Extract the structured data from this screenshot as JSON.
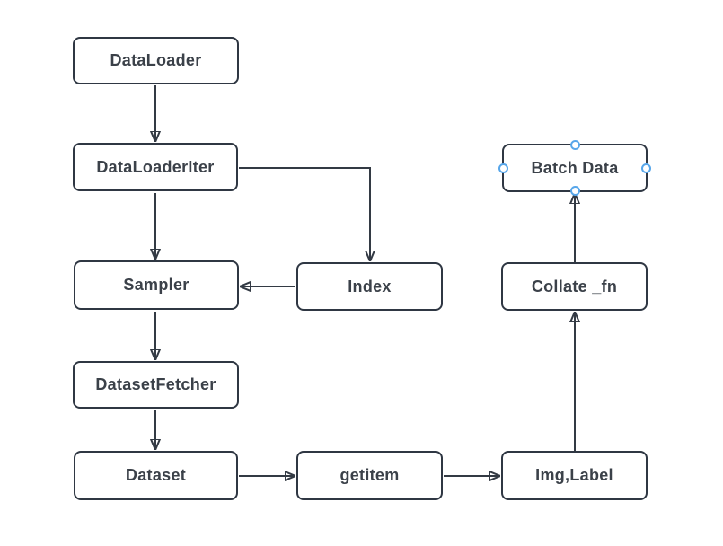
{
  "nodes": [
    {
      "id": "dataloader",
      "label": "DataLoader",
      "selected": false
    },
    {
      "id": "dataloaderiter",
      "label": "DataLoaderIter",
      "selected": false
    },
    {
      "id": "sampler",
      "label": "Sampler",
      "selected": false
    },
    {
      "id": "index",
      "label": "Index",
      "selected": false
    },
    {
      "id": "datasetfetcher",
      "label": "DatasetFetcher",
      "selected": false
    },
    {
      "id": "dataset",
      "label": "Dataset",
      "selected": false
    },
    {
      "id": "getitem",
      "label": "getitem",
      "selected": false
    },
    {
      "id": "imglabel",
      "label": "Img,Label",
      "selected": false
    },
    {
      "id": "collatefn",
      "label": "Collate _fn",
      "selected": false
    },
    {
      "id": "batchdata",
      "label": "Batch Data",
      "selected": true
    }
  ],
  "edges": [
    {
      "from": "DataLoader",
      "to": "DataLoaderIter",
      "direction": "down"
    },
    {
      "from": "DataLoaderIter",
      "to": "Sampler",
      "direction": "down"
    },
    {
      "from": "DataLoaderIter",
      "to": "Index",
      "direction": "right-then-down"
    },
    {
      "from": "Index",
      "to": "Sampler",
      "direction": "left"
    },
    {
      "from": "Sampler",
      "to": "DatasetFetcher",
      "direction": "down"
    },
    {
      "from": "DatasetFetcher",
      "to": "Dataset",
      "direction": "down"
    },
    {
      "from": "Dataset",
      "to": "getitem",
      "direction": "right"
    },
    {
      "from": "getitem",
      "to": "Img,Label",
      "direction": "right"
    },
    {
      "from": "Img,Label",
      "to": "Collate _fn",
      "direction": "up"
    },
    {
      "from": "Collate _fn",
      "to": "Batch Data",
      "direction": "up"
    }
  ],
  "colors": {
    "background": "#ffffff",
    "node_fill": "#ffffff",
    "node_border": "#2f3743",
    "edge_stroke": "#333a44",
    "text": "#3b4149",
    "selection_handle": "#57a6ea"
  }
}
